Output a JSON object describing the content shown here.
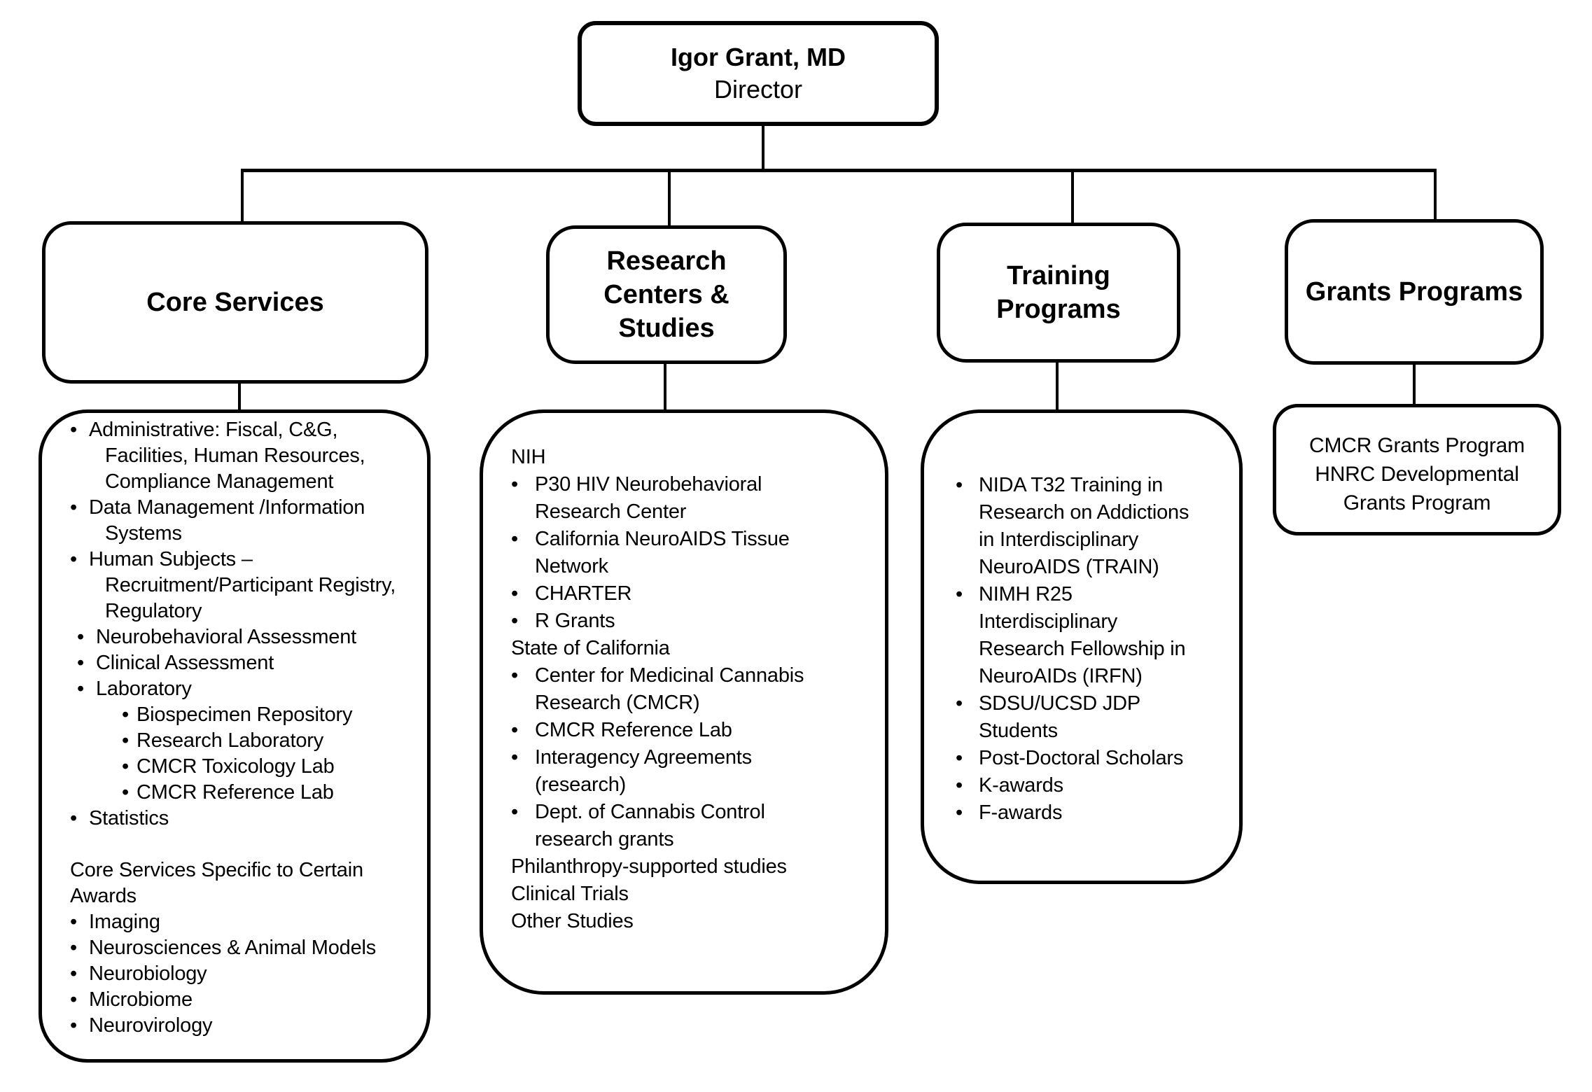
{
  "root": {
    "name": "Igor Grant, MD",
    "title": "Director"
  },
  "columns": [
    {
      "header": "Core Services",
      "items": [
        "Administrative: Fiscal, C&G, Facilities, Human Resources, Compliance Management",
        "Data Management /Information Systems",
        "Human Subjects – Recruitment/Participant Registry, Regulatory",
        "Neurobehavioral Assessment",
        "Clinical Assessment",
        "Laboratory",
        "Biospecimen Repository",
        "Research Laboratory",
        "CMCR Toxicology Lab",
        "CMCR Reference Lab",
        "Statistics",
        "Core Services Specific to Certain Awards",
        "Imaging",
        "Neurosciences & Animal Models",
        "Neurobiology",
        "Microbiome",
        "Neurovirology"
      ]
    },
    {
      "header": "Research Centers & Studies",
      "items": [
        "NIH",
        "P30 HIV Neurobehavioral Research Center",
        "California NeuroAIDS Tissue Network",
        "CHARTER",
        "R Grants",
        "State of California",
        "Center for Medicinal Cannabis Research (CMCR)",
        "CMCR Reference Lab",
        "Interagency Agreements (research)",
        "Dept. of Cannabis Control research grants",
        "Philanthropy-supported studies",
        "Clinical Trials",
        "Other Studies"
      ]
    },
    {
      "header": "Training Programs",
      "items": [
        "NIDA T32 Training in Research on Addictions in Interdisciplinary NeuroAIDS (TRAIN)",
        "NIMH R25 Interdisciplinary Research Fellowship in NeuroAIDs (IRFN)",
        "SDSU/UCSD JDP Students",
        "Post-Doctoral Scholars",
        "K-awards",
        "F-awards"
      ]
    },
    {
      "header": "Grants Programs",
      "items": [
        "CMCR Grants Program",
        "HNRC Developmental Grants Program"
      ]
    }
  ],
  "colors": {
    "ink": "#000000",
    "background": "#ffffff"
  }
}
